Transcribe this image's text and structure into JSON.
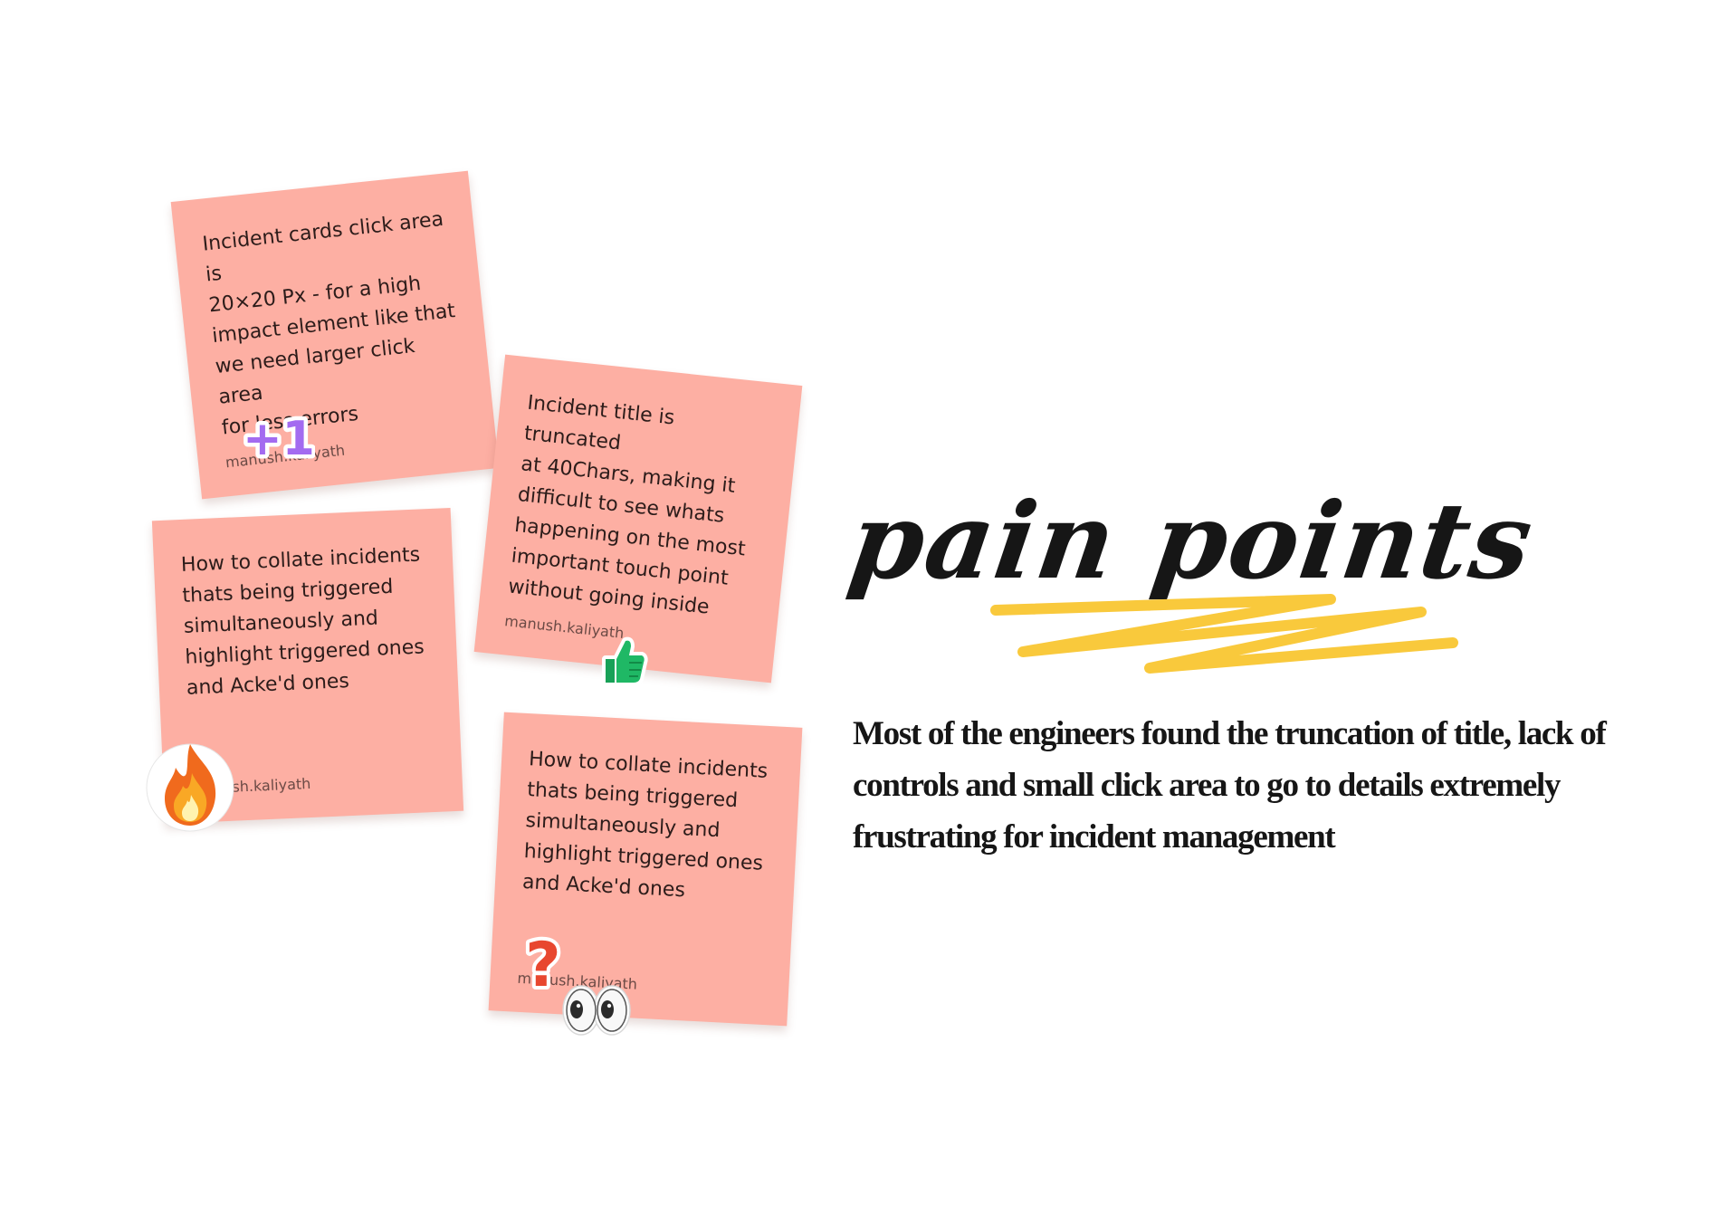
{
  "headline": "pain points",
  "description": "Most of the engineers found the truncation of title, lack of controls and small click area to go to details extremely frustrating for incident management",
  "colors": {
    "note_background": "#fdafa3",
    "scribble": "#f9c93c",
    "headline": "#161616"
  },
  "notes": [
    {
      "text": "Incident cards click area is\n20×20 Px - for a high\nimpact element like that\nwe need larger click area\nfor less errors",
      "author": "manush.kaliyath"
    },
    {
      "text": "Incident title is truncated\nat 40Chars, making it\ndifficult to see whats\nhappening on the most\nimportant touch point\nwithout going inside",
      "author": "manush.kaliyath"
    },
    {
      "text": "How to collate incidents\nthats being triggered\nsimultaneously and\nhighlight triggered ones\nand Acke'd ones",
      "author": "manush.kaliyath"
    },
    {
      "text": "How to collate incidents\nthats being triggered\nsimultaneously and\nhighlight triggered ones\nand Acke'd ones",
      "author": "manush.kaliyath"
    }
  ],
  "stickers": {
    "plus_one": "+1",
    "icons": [
      "plus-one-sticker",
      "thumbs-up-icon",
      "fire-icon",
      "question-mark-icon",
      "eyes-icon"
    ]
  }
}
